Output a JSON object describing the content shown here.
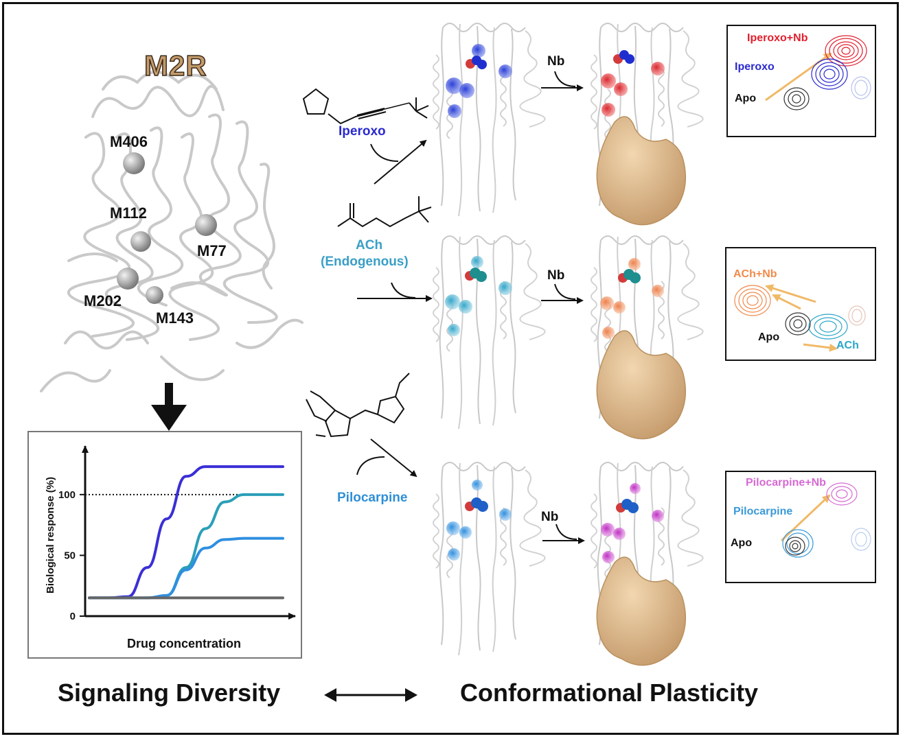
{
  "receptor": {
    "name": "M2R",
    "residues": [
      "M406",
      "M112",
      "M77",
      "M202",
      "M143"
    ]
  },
  "ligands": [
    {
      "name": "Iperoxo",
      "color": "#2a2acf"
    },
    {
      "name": "ACh",
      "subtitle": "(Endogenous)",
      "color": "#3a9fc6"
    },
    {
      "name": "Pilocarpine",
      "color": "#2f8fd6"
    }
  ],
  "nb_label": "Nb",
  "legends": [
    {
      "complex": "Iperoxo+Nb",
      "ligand": "Iperoxo",
      "apo": "Apo",
      "complex_color": "#e0202e",
      "ligand_color": "#2a2acf"
    },
    {
      "complex": "ACh+Nb",
      "ligand": "ACh",
      "apo": "Apo",
      "complex_color": "#f08a4b",
      "ligand_color": "#2aa5c8"
    },
    {
      "complex": "Pilocarpine+Nb",
      "ligand": "Pilocarpine",
      "apo": "Apo",
      "complex_color": "#d56ad3",
      "ligand_color": "#3a9ad8"
    }
  ],
  "footer": {
    "left": "Signaling Diversity",
    "right": "Conformational Plasticity"
  },
  "chart_data": {
    "type": "line",
    "xlabel": "Drug concentration",
    "ylabel": "Biological response (%)",
    "yticks": [
      0,
      50,
      100
    ],
    "ylim": [
      0,
      140
    ],
    "x": [
      0,
      1,
      2,
      3,
      4,
      5,
      6,
      7,
      8,
      9,
      10
    ],
    "reference_line": {
      "y": 100,
      "style": "dotted"
    },
    "series": [
      {
        "color": "#3a2fd6",
        "values": [
          15,
          15,
          16,
          40,
          80,
          115,
          123,
          123,
          123,
          123,
          123
        ]
      },
      {
        "color": "#2a9fb8",
        "values": [
          15,
          15,
          15,
          15,
          17,
          40,
          72,
          94,
          100,
          100,
          100
        ]
      },
      {
        "color": "#2f8fe0",
        "values": [
          15,
          15,
          15,
          15,
          17,
          38,
          56,
          63,
          64,
          64,
          64
        ]
      },
      {
        "color": "#666666",
        "values": [
          15,
          15,
          15,
          15,
          15,
          15,
          15,
          15,
          15,
          15,
          15
        ]
      }
    ]
  }
}
